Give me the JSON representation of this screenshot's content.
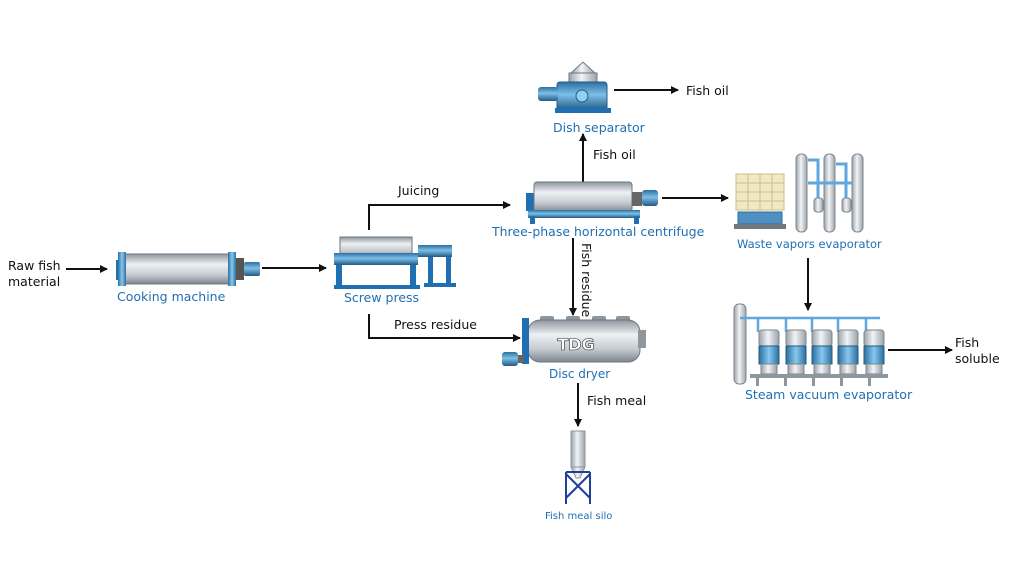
{
  "colors": {
    "machine_blue": "#1f6fb2",
    "steel": "#c9ced4",
    "arrow": "#111111",
    "tank_blue": "#5fa7dc"
  },
  "inputs": {
    "raw_material_line1": "Raw fish",
    "raw_material_line2": "material"
  },
  "machines": {
    "cooking_machine": "Cooking machine",
    "screw_press": "Screw press",
    "centrifuge": "Three-phase horizontal centrifuge",
    "dish_separator": "Dish separator",
    "waste_evaporator": "Waste vapors evaporator",
    "steam_evaporator": "Steam vacuum evaporator",
    "disc_dryer": "Disc dryer",
    "silo": "Fish meal silo"
  },
  "flows": {
    "juicing": "Juicing",
    "fish_oil_up": "Fish oil",
    "fish_oil_out": "Fish oil",
    "fish_residue": "Fish residue",
    "press_residue": "Press residue",
    "fish_meal": "Fish meal",
    "fish_soluble_line1": "Fish",
    "fish_soluble_line2": "soluble"
  },
  "dryer_brand": "TDG"
}
